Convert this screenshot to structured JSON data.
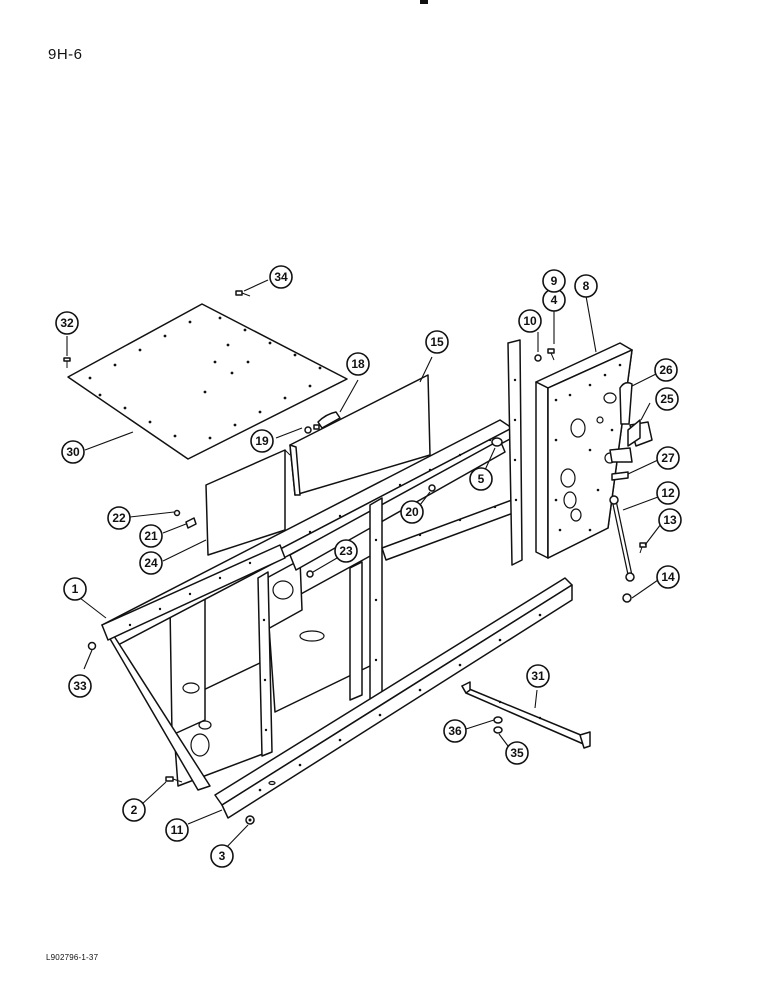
{
  "page": {
    "code": "9H-6",
    "drawing_code": "L902796-1-37"
  },
  "callouts": [
    {
      "num": "1"
    },
    {
      "num": "2"
    },
    {
      "num": "3"
    },
    {
      "num": "4"
    },
    {
      "num": "5"
    },
    {
      "num": "8"
    },
    {
      "num": "9"
    },
    {
      "num": "10"
    },
    {
      "num": "11"
    },
    {
      "num": "12"
    },
    {
      "num": "13"
    },
    {
      "num": "14"
    },
    {
      "num": "15"
    },
    {
      "num": "18"
    },
    {
      "num": "19"
    },
    {
      "num": "20"
    },
    {
      "num": "21"
    },
    {
      "num": "22"
    },
    {
      "num": "23"
    },
    {
      "num": "24"
    },
    {
      "num": "25"
    },
    {
      "num": "26"
    },
    {
      "num": "27"
    },
    {
      "num": "30"
    },
    {
      "num": "31"
    },
    {
      "num": "32"
    },
    {
      "num": "33"
    },
    {
      "num": "34"
    },
    {
      "num": "35"
    },
    {
      "num": "36"
    }
  ]
}
